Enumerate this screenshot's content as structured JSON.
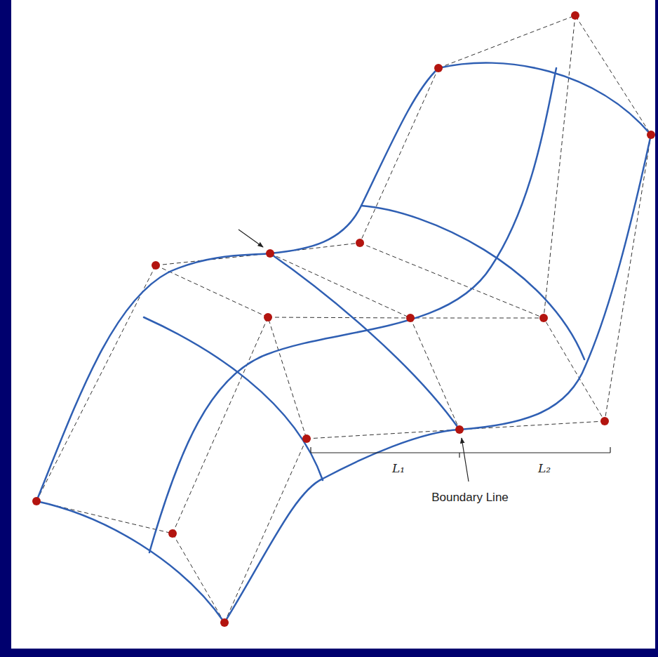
{
  "diagram": {
    "labels": [
      "L₁",
      "L₂",
      "Boundary Line"
    ]
  }
}
